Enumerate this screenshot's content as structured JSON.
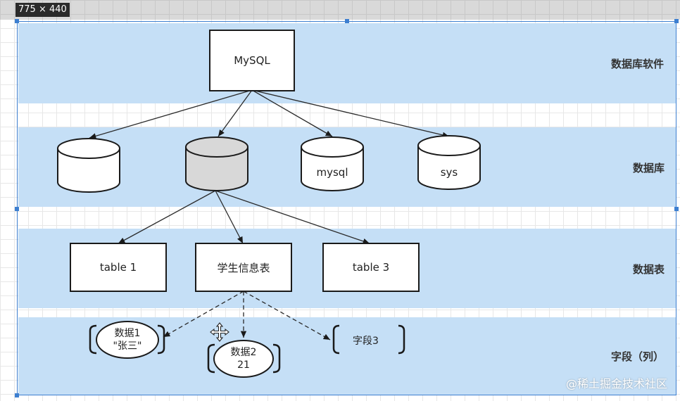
{
  "canvas": {
    "size_label": "775 × 440"
  },
  "layers": [
    {
      "key": "software",
      "label": "数据库软件"
    },
    {
      "key": "database",
      "label": "数据库"
    },
    {
      "key": "table",
      "label": "数据表"
    },
    {
      "key": "field",
      "label": "字段（列）"
    }
  ],
  "nodes": {
    "mysql": "MySQL",
    "databases": [
      "",
      "",
      "mysql",
      "sys"
    ],
    "tables": [
      "table 1",
      "学生信息表",
      "table 3"
    ],
    "data1_line1": "数据1",
    "data1_line2": "\"张三\"",
    "data2_line1": "数据2",
    "data2_line2": "21",
    "field3": "字段3"
  },
  "colors": {
    "band": "#c5dff6",
    "highlight_db": "#d8d8d8",
    "selection": "#3d7fd0"
  },
  "icons": {
    "move_cursor": "move-cursor-icon"
  },
  "watermark": "@稀土掘金技术社区"
}
